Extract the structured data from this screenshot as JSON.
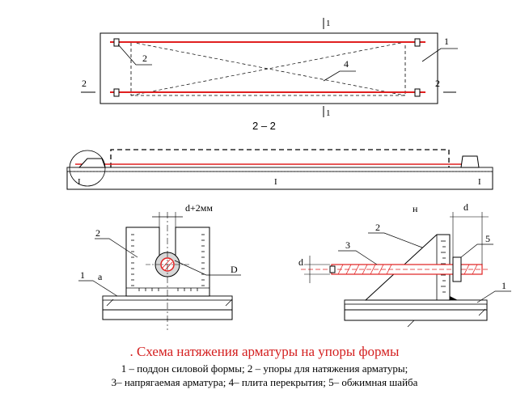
{
  "colors": {
    "tendon": "#e02020",
    "caption": "#d42020",
    "line": "#000000"
  },
  "plan_view": {
    "section_mark_top": "1",
    "section_mark_bottom": "1",
    "section_mark_left": "2",
    "section_mark_right": "2",
    "label_pallet": "1",
    "label_stop": "2",
    "label_slab": "4"
  },
  "section_title": "2 – 2",
  "detail_left": {
    "dim_gap": "d+2мм",
    "label_stop": "2",
    "label_pallet": "1",
    "label_a": "a",
    "label_D": "D"
  },
  "detail_right": {
    "label_h": "н",
    "dim_d_top": "d",
    "dim_d_left": "d",
    "label_stop": "2",
    "label_rebar": "3",
    "label_washer": "5",
    "label_pallet": "1"
  },
  "caption": {
    "title": ". Схема натяжения арматуры на упоры формы",
    "line1": "1 – поддон силовой формы; 2 – упоры для натяжения арматуры;",
    "line2": "3– напрягаемая арматура; 4– плита перекрытия; 5– обжимная шайба"
  }
}
